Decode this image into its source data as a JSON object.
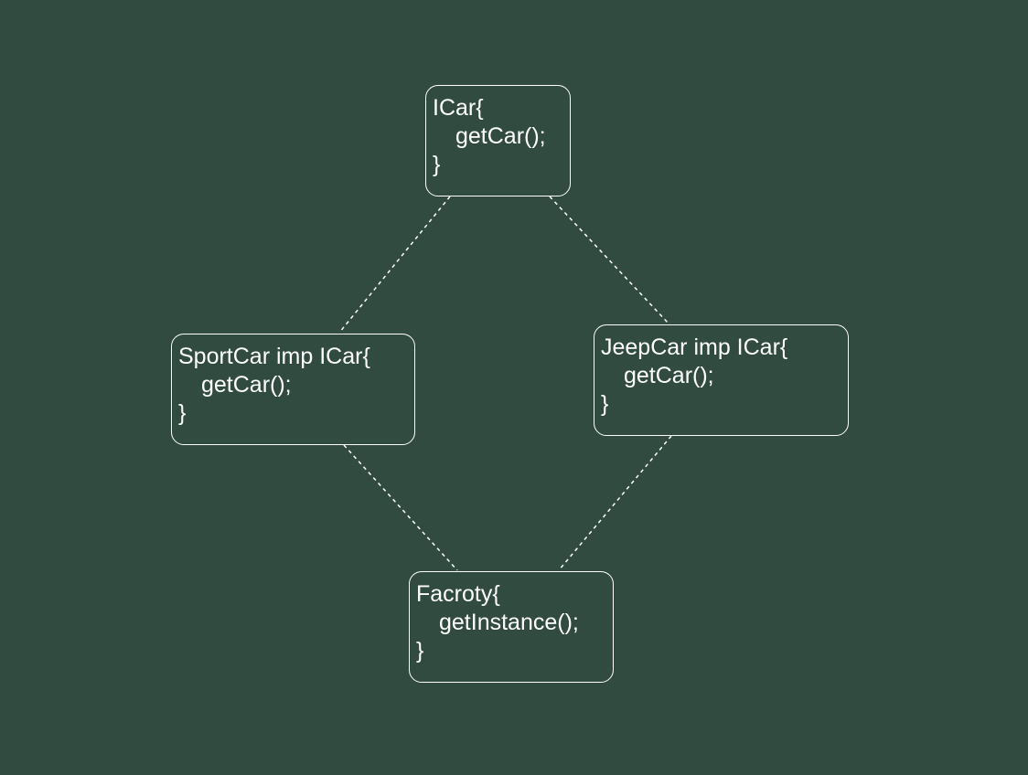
{
  "diagram": {
    "nodes": {
      "icar": {
        "header": "ICar{",
        "method": "getCar();",
        "close": "}"
      },
      "sportcar": {
        "header": "SportCar imp ICar{",
        "method": "getCar();",
        "close": "}"
      },
      "jeepcar": {
        "header": "JeepCar imp ICar{",
        "method": "getCar();",
        "close": "}"
      },
      "factory": {
        "header": "Facroty{",
        "method": "getInstance();",
        "close": "}"
      }
    },
    "edges": [
      {
        "from": "icar",
        "to": "sportcar",
        "style": "dashed"
      },
      {
        "from": "icar",
        "to": "jeepcar",
        "style": "dashed"
      },
      {
        "from": "sportcar",
        "to": "factory",
        "style": "dashed"
      },
      {
        "from": "jeepcar",
        "to": "factory",
        "style": "dashed"
      }
    ],
    "colors": {
      "background": "#314b41",
      "stroke": "#ffffff",
      "text": "#ffffff"
    }
  }
}
